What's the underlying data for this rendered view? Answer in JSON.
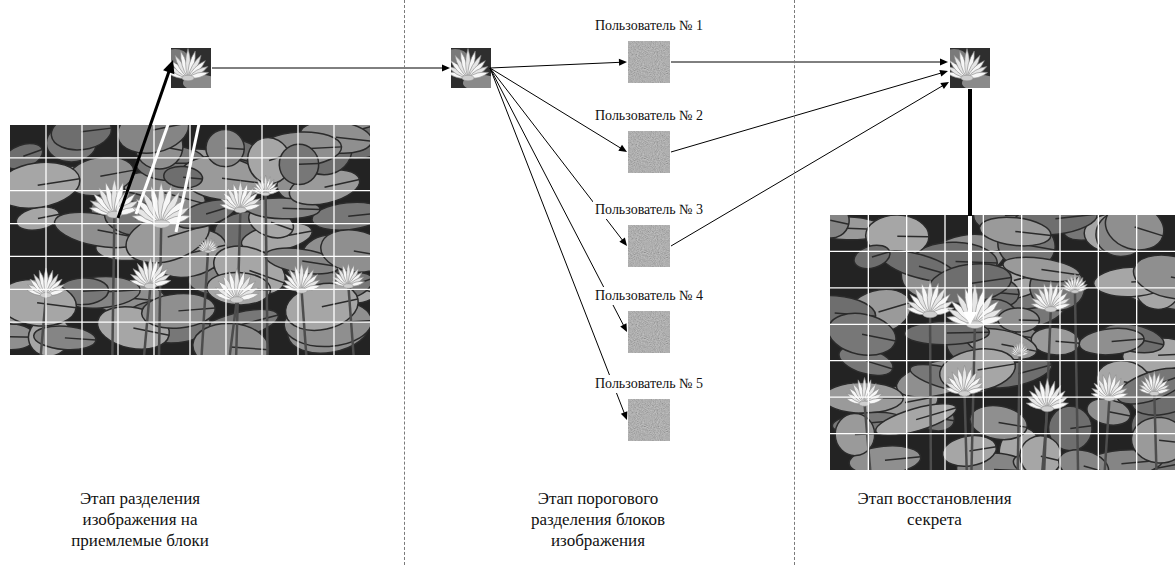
{
  "diagram": {
    "nodes": [
      {
        "text": [
          "Этап разделения изображения на приемлемые блоки"
        ]
      },
      {
        "text": [
          "Этап порогового разделения блоков изображения"
        ]
      },
      {
        "text": [
          "Пользователь № 1"
        ],
        "in": 1
      },
      {
        "text": [
          "Пользователь № 2"
        ],
        "in": 1
      },
      {
        "text": [
          "Пользователь № 3"
        ],
        "in": 1
      },
      {
        "text": [
          "Пользователь № 4"
        ],
        "in": 1
      },
      {
        "text": [
          "Пользователь № 5"
        ],
        "in": 1
      },
      {
        "text": [
          "Этап восстановления секрета"
        ]
      }
    ]
  }
}
